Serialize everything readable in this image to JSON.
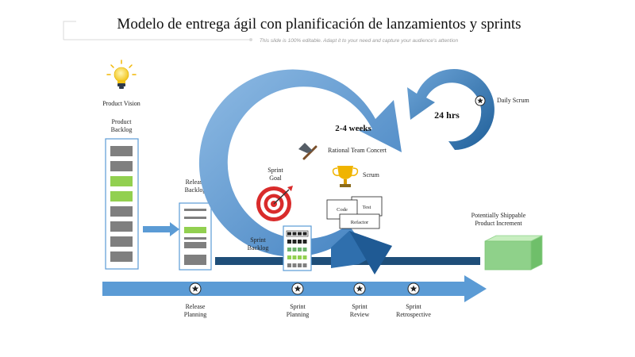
{
  "header": {
    "title": "Modelo de entrega ágil con planificación de lanzamientos y sprints",
    "subtitle": "This slide is 100% editable. Adapt it to your need and capture your audience's attention"
  },
  "labels": {
    "product_vision": "Product Vision",
    "product_backlog": [
      "Product",
      "Backlog"
    ],
    "release_backlog": [
      "Release",
      "Backlog"
    ],
    "sprint_goal": [
      "Sprint",
      "Goal"
    ],
    "sprint_backlog": [
      "Sprint",
      "Backlog"
    ],
    "duration": "2-4 weeks",
    "rational_team_concert": "Rational Team Concert",
    "scrum": "Scrum",
    "daily_scrum_time": "24 hrs",
    "daily_scrum": "Daily Scrum",
    "shippable": [
      "Potentially Shippable",
      "Product Increment"
    ],
    "code": "Code",
    "test": "Test",
    "refactor": "Refactor"
  },
  "milestones": [
    {
      "lines": [
        "Release",
        "Planning"
      ]
    },
    {
      "lines": [
        "Sprint",
        "Planning"
      ]
    },
    {
      "lines": [
        "Sprint",
        "Review"
      ]
    },
    {
      "lines": [
        "Sprint",
        "Retrospective"
      ]
    }
  ],
  "colors": {
    "arrow_blue": "#5b9bd5",
    "dark_navy": "#1f4e79",
    "backlog_gray": "#7f7f7f",
    "backlog_green": "#92d050",
    "box_green": "#8fd18a"
  }
}
